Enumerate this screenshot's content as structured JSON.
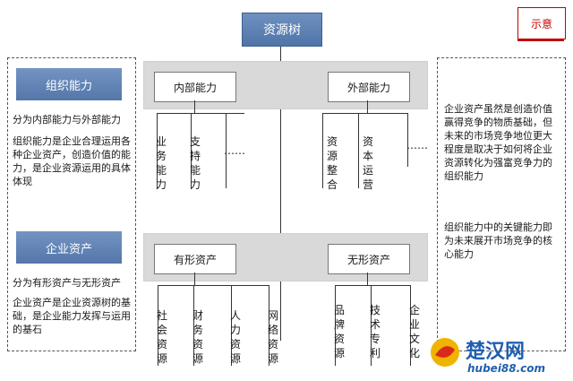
{
  "title": "资源树",
  "tag": "示意",
  "left_panel": {
    "section1": {
      "heading": "组织能力",
      "subtitle": "分为内部能力与外部能力",
      "body": "组织能力是企业合理运用各种企业资产，创造价值的能力，是企业资源运用的具体体现"
    },
    "section2": {
      "heading": "企业资产",
      "subtitle": "分为有形资产与无形资产",
      "body": "企业资产是企业资源树的基础，是企业能力发挥与运用的基石"
    }
  },
  "right_panel": {
    "para1": "企业资产虽然是创造价值赢得竞争的物质基础，但未来的市场竞争地位更大程度是取决于如何将企业资源转化为强富竞争力的组织能力",
    "para2": "组织能力中的关键能力即为未来展开市场竞争的核心能力"
  },
  "upper": {
    "left_node": "内部能力",
    "right_node": "外部能力",
    "left_leaves": [
      "业务能力",
      "支持能力",
      "……"
    ],
    "right_leaves": [
      "资源整合",
      "资本运营",
      "……"
    ]
  },
  "lower": {
    "left_node": "有形资产",
    "right_node": "无形资产",
    "left_leaves": [
      "社会资源",
      "财务资源",
      "人力资源",
      "网络资源"
    ],
    "right_leaves": [
      "品牌资源",
      "技术专利",
      "企业文化"
    ]
  },
  "watermark": {
    "brand": "楚汉网",
    "url": "hubei88.com"
  }
}
